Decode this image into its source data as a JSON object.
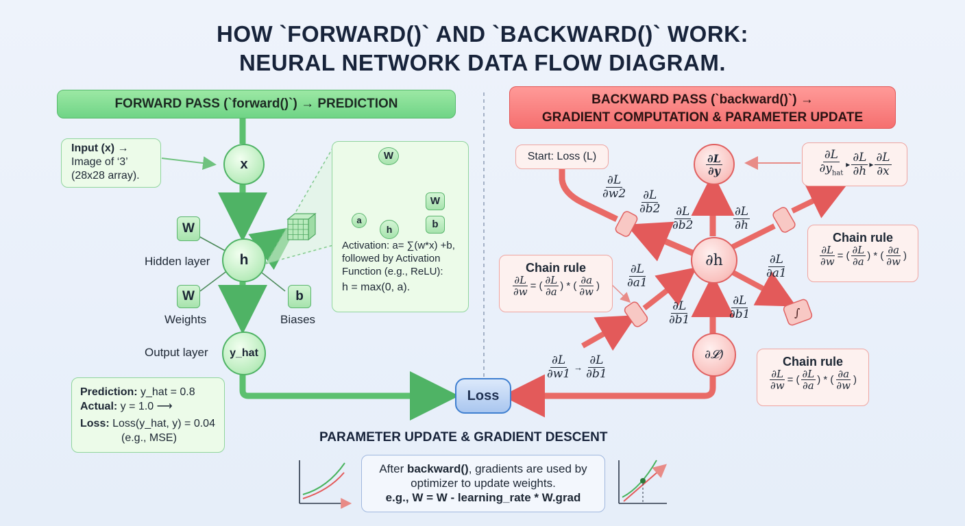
{
  "title": {
    "line1": "HOW `FORWARD()` AND `BACKWARD()` WORK:",
    "line2": "NEURAL NETWORK DATA FLOW DIAGRAM."
  },
  "forward": {
    "banner": "FORWARD PASS (`forward()`) → PREDICTION",
    "input_callout": {
      "line1": "Input (x) →",
      "line2": "Image of ‘3’",
      "line3": "(28x28 array)."
    },
    "node_x": "x",
    "node_h": "h",
    "node_yhat": "y_hat",
    "weight_label": "W",
    "bias_label": "b",
    "hidden_layer_label": "Hidden layer",
    "weights_label": "Weights",
    "biases_label": "Biases",
    "output_layer_label": "Output layer",
    "activation": {
      "line1": "Activation: a= ∑(w*x) +b,",
      "line2": "followed by Activation",
      "line3": "Function (e.g., ReLU):",
      "line4": "h = max(0, a)."
    },
    "mini_net": {
      "w_top": "W",
      "w_right": "W",
      "b_right": "b",
      "a_node": "a",
      "h_node": "h"
    },
    "prediction": {
      "pred_key": "Prediction:",
      "pred_val": " y_hat = 0.8",
      "actual_key": "Actual:",
      "actual_val": " y = 1.0 ⟶",
      "loss_key": "Loss:",
      "loss_val": " Loss(y_hat, y) = 0.04",
      "note": "(e.g., MSE)"
    }
  },
  "loss_node": "Loss",
  "backward": {
    "banner_line1": "BACKWARD PASS (`backward()`) →",
    "banner_line2": "GRADIENT COMPUTATION & PARAMETER UPDATE",
    "start_loss": "Start: Loss (L)",
    "node_dy": {
      "num": "∂L",
      "den": "∂y"
    },
    "node_dh": "∂h",
    "node_loss_glyph": "∂𝓛)",
    "chain_top": {
      "n1": "∂L",
      "d1": "∂y",
      "sub1": "hat",
      "n2": "∂L",
      "d2": "∂h",
      "n3": "∂L",
      "d3": "∂x"
    },
    "grad_w2": {
      "num": "∂L",
      "den": "∂w2"
    },
    "grad_b2a": {
      "num": "∂L",
      "den": "∂b2"
    },
    "grad_b2b": {
      "num": "∂L",
      "den": "∂b2"
    },
    "grad_h": {
      "num": "∂L",
      "den": "∂h"
    },
    "grad_a1a": {
      "num": "∂L",
      "den": "∂a1"
    },
    "grad_a1b": {
      "num": "∂L",
      "den": "∂a1"
    },
    "grad_b1a": {
      "num": "∂L",
      "den": "∂b1"
    },
    "grad_b1b": {
      "num": "∂L",
      "den": "∂b1"
    },
    "grad_w1": {
      "n1": "∂L",
      "d1": "∂w1",
      "n2": "∂L",
      "d2": "∂b1"
    },
    "chain_rule_title": "Chain rule",
    "chain_rule": {
      "lhs_num": "∂L",
      "lhs_den": "∂w",
      "mid_num": "∂L",
      "mid_den": "∂a",
      "rhs_num": "∂a",
      "rhs_den": "∂w"
    }
  },
  "update": {
    "heading": "PARAMETER UPDATE & GRADIENT DESCENT",
    "line1_pre": "After ",
    "line1_key": "backward()",
    "line1_post": ", gradients are used by",
    "line2": "optimizer to update weights.",
    "line3": "e.g., W = W - learning_rate * W.grad"
  },
  "colors": {
    "forward": "#4fb365",
    "backward": "#e35a5a",
    "loss": "#3f7fd0"
  }
}
